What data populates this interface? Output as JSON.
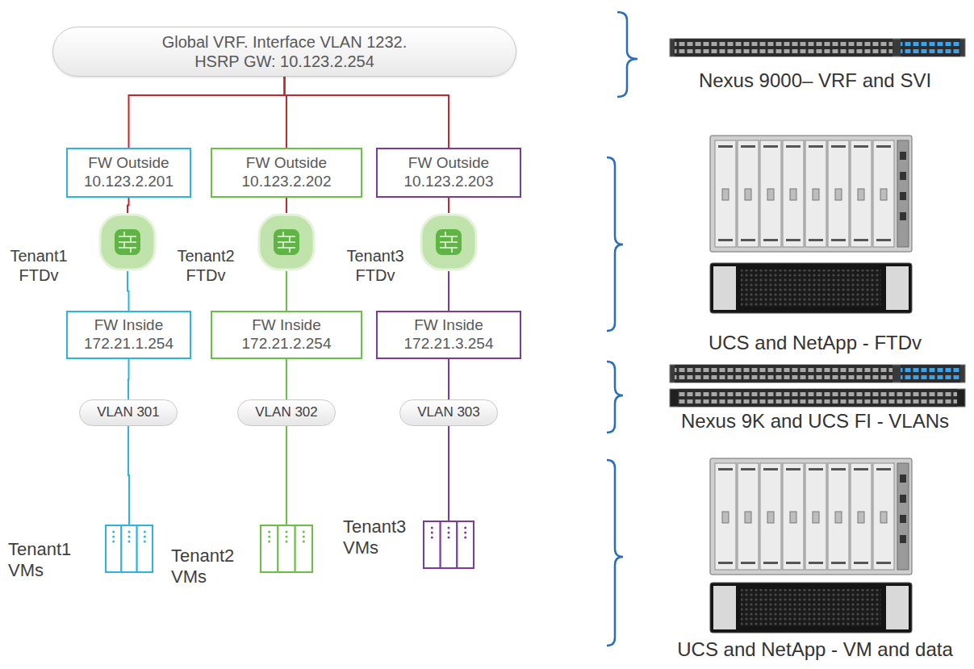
{
  "diagram": {
    "nodes": [
      {
        "text": [
          "Global VRF. Interface VLAN 1232. HSRP GW: 10.123.2.254"
        ]
      },
      {
        "text": [
          "FW Outside 10.123.2.201"
        ]
      },
      {
        "text": [
          "FW Outside 10.123.2.202"
        ]
      },
      {
        "text": [
          "FW Outside 10.123.2.203"
        ]
      },
      {
        "text": [
          "Tenant1 FTDv"
        ]
      },
      {
        "text": [
          "Tenant2 FTDv"
        ]
      },
      {
        "text": [
          "Tenant3 FTDv"
        ]
      },
      {
        "text": [
          "FW Inside 172.21.1.254"
        ]
      },
      {
        "text": [
          "FW Inside 172.21.2.254"
        ]
      },
      {
        "text": [
          "FW Inside 172.21.3.254"
        ]
      },
      {
        "text": [
          "VLAN 301"
        ]
      },
      {
        "text": [
          "VLAN 302"
        ]
      },
      {
        "text": [
          "VLAN 303"
        ]
      },
      {
        "text": [
          "Tenant1 VMs"
        ]
      },
      {
        "text": [
          "Tenant2 VMs"
        ]
      },
      {
        "text": [
          "Tenant3 VMs"
        ]
      }
    ],
    "edges": [
      {
        "from": 0,
        "to": 1,
        "arrow": "none"
      },
      {
        "from": 0,
        "to": 2,
        "arrow": "none"
      },
      {
        "from": 0,
        "to": 3,
        "arrow": "none"
      },
      {
        "from": 1,
        "to": 4,
        "arrow": "none"
      },
      {
        "from": 2,
        "to": 5,
        "arrow": "none"
      },
      {
        "from": 3,
        "to": 6,
        "arrow": "none"
      },
      {
        "from": 4,
        "to": 7,
        "arrow": "none"
      },
      {
        "from": 5,
        "to": 8,
        "arrow": "none"
      },
      {
        "from": 6,
        "to": 9,
        "arrow": "none"
      },
      {
        "from": 7,
        "to": 10,
        "arrow": "none"
      },
      {
        "from": 8,
        "to": 11,
        "arrow": "none"
      },
      {
        "from": 9,
        "to": 12,
        "arrow": "none"
      },
      {
        "from": 10,
        "to": 13,
        "arrow": "none"
      },
      {
        "from": 11,
        "to": 14,
        "arrow": "none"
      },
      {
        "from": 12,
        "to": 15,
        "arrow": "none"
      }
    ],
    "labels": [
      "Nexus 9000– VRF and SVI",
      "UCS and NetApp - FTDv",
      "Nexus 9K and UCS FI - VLANs",
      "UCS and NetApp - VM and data"
    ]
  }
}
